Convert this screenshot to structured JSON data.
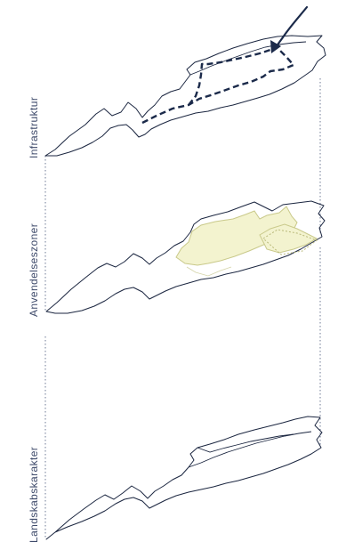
{
  "layers": [
    {
      "label": "Infrastruktur"
    },
    {
      "label": "Anvendelseszoner"
    },
    {
      "label": "Landskabskarakter"
    }
  ],
  "colors": {
    "outline": "#1b2640",
    "route": "#1b2a4a",
    "zone_fill": "#f3f3cf",
    "zone_stroke": "#c9c98a",
    "guide": "#6e7a94",
    "label": "#3f4b6b"
  },
  "icons": [
    "arrow-icon"
  ]
}
